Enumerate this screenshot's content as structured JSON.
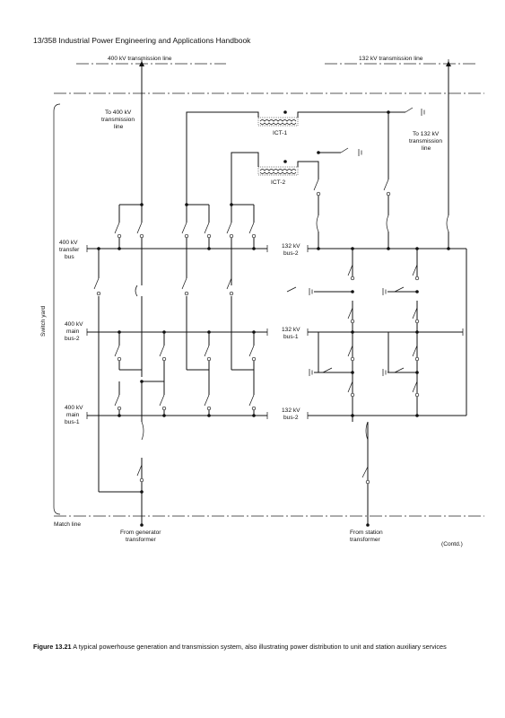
{
  "header": "13/358 Industrial Power Engineering and Applications Handbook",
  "labels": {
    "tx400": "400 kV transmission line",
    "tx132": "132 kV transmission line",
    "to400": [
      "To 400 kV",
      "transmission",
      "line"
    ],
    "to132": [
      "To 132 kV",
      "transmission",
      "line"
    ],
    "ict1": "ICT-1",
    "ict2": "ICT-2",
    "transfer400": [
      "400 kV",
      "transfer",
      "bus"
    ],
    "main2_400": [
      "400 kV",
      "main",
      "bus-2"
    ],
    "main1_400": [
      "400 kV",
      "main",
      "bus-1"
    ],
    "bus2_132_top": [
      "132 kV",
      "bus-2"
    ],
    "bus1_132": [
      "132 kV",
      "bus-1"
    ],
    "bus2_132_bot": [
      "132 kV",
      "bus-2"
    ],
    "switchyard": "Switch yard",
    "match": "Match line",
    "from_gen": [
      "From generator",
      "transformer"
    ],
    "from_station": [
      "From station",
      "transformer"
    ],
    "contd": "(Contd.)"
  },
  "caption": {
    "figure": "Figure 13.21",
    "text": "A typical powerhouse generation and transmission system, also illustrating power distribution to unit and station auxiliary services"
  }
}
